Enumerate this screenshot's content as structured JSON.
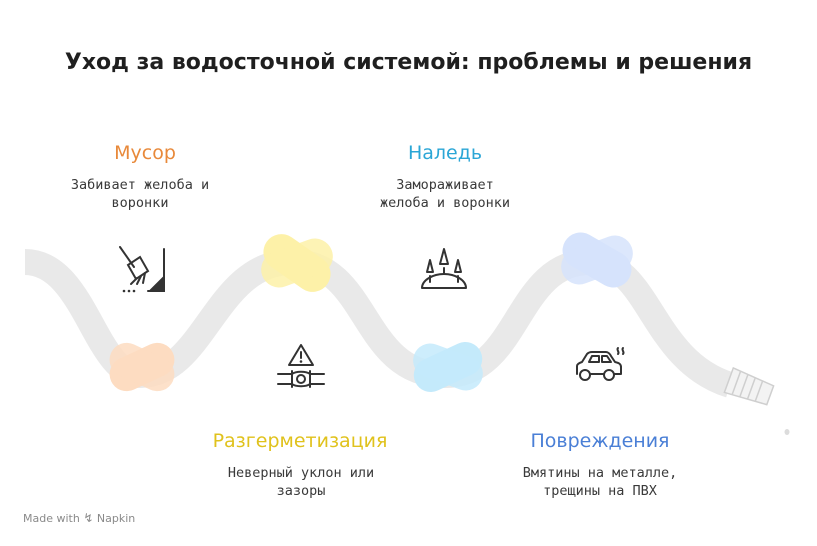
{
  "title": "Уход за водосточной системой: проблемы и решения",
  "items": [
    {
      "label": "Мусор",
      "desc1": "Забивает желоба и",
      "desc2": "воронки",
      "color": "#e8893a",
      "icon": "broom-icon"
    },
    {
      "label": "Разгерметизация",
      "desc1": "Неверный уклон или",
      "desc2": "зазоры",
      "color": "#e0c21c",
      "icon": "pipe-warning-icon"
    },
    {
      "label": "Наледь",
      "desc1": "Замораживает",
      "desc2": "желоба и воронки",
      "color": "#2aa6d6",
      "icon": "icicles-icon"
    },
    {
      "label": "Повреждения",
      "desc1": "Вмятины на металле,",
      "desc2": "трещины на ПВХ",
      "color": "#4a7fd6",
      "icon": "damaged-car-icon"
    }
  ],
  "knot_colors": {
    "orange": "#fddcc1",
    "yellow": "#fdf1a8",
    "cyan": "#c4eafb",
    "blue": "#d6e3fc"
  },
  "footer": {
    "made_with": "Made with",
    "brand": "Napkin"
  }
}
